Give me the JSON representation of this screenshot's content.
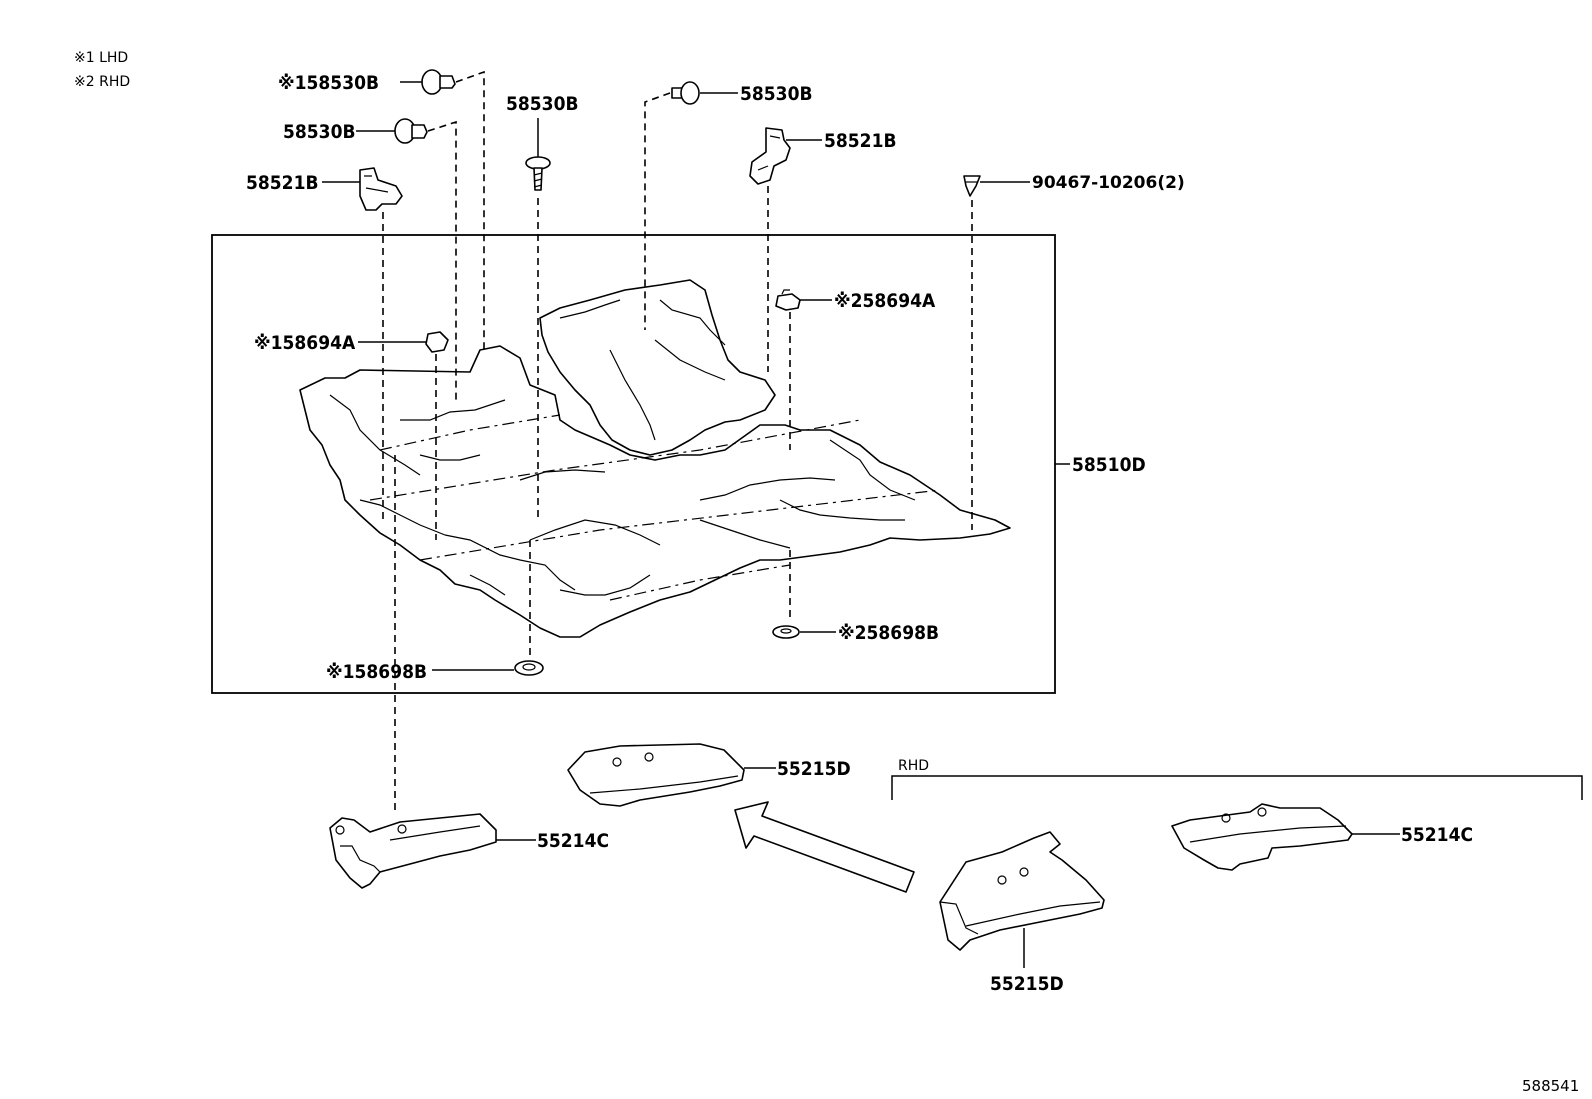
{
  "legend": {
    "note1": "※1 LHD",
    "note2": "※2 RHD"
  },
  "labels": {
    "p_58530B_lhd": "※158530B",
    "p_58530B_a": "58530B",
    "p_58530B_b": "58530B",
    "p_58530B_c": "58530B",
    "p_58521B_left": "58521B",
    "p_58521B_right": "58521B",
    "p_90467": "90467-10206(2)",
    "p_58694A_rhd": "※258694A",
    "p_58694A_lhd": "※158694A",
    "p_58510D": "58510D",
    "p_58698B_rhd": "※258698B",
    "p_58698B_lhd": "※158698B",
    "p_55215D_top": "55215D",
    "p_55214C_left": "55214C",
    "p_55214C_right": "55214C",
    "p_55215D_bottom": "55215D",
    "rhd_group": "RHD",
    "drawing_id": "588541"
  }
}
